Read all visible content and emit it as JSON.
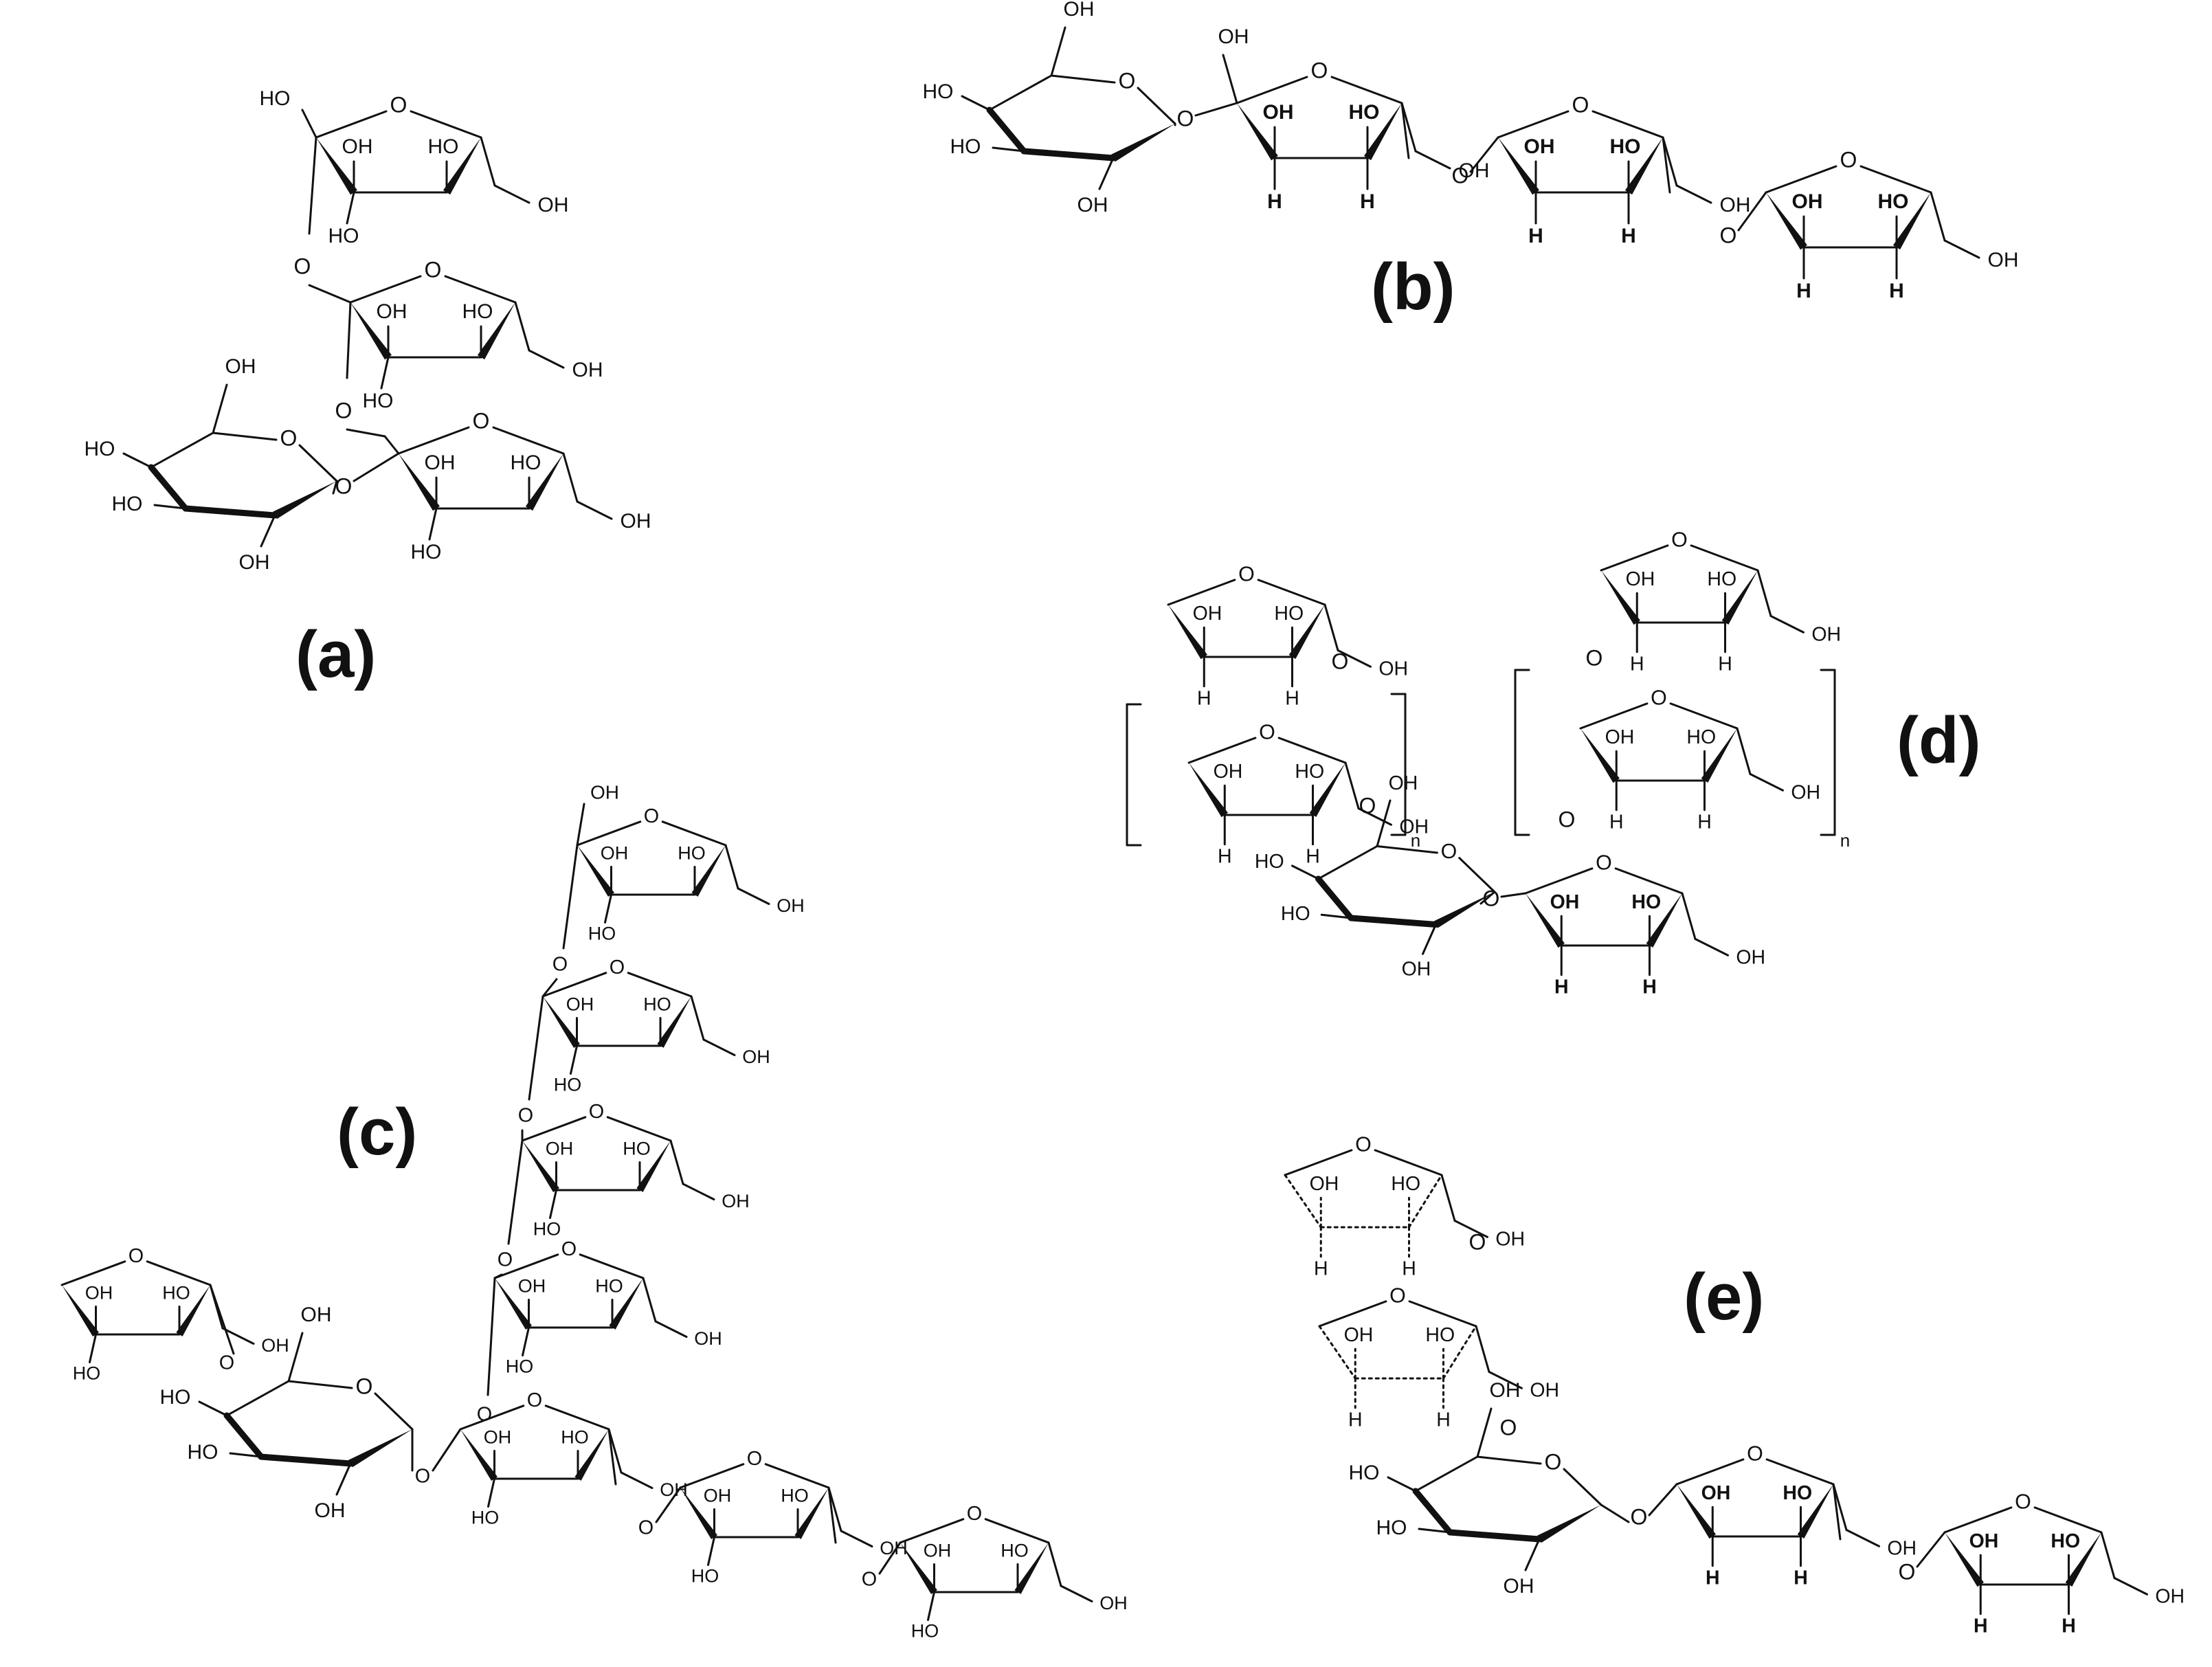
{
  "panels": {
    "a": {
      "label": "(a)"
    },
    "b": {
      "label": "(b)"
    },
    "c": {
      "label": "(c)"
    },
    "d": {
      "label": "(d)"
    },
    "e": {
      "label": "(e)"
    }
  },
  "atoms": {
    "oh": "OH",
    "ho": "HO",
    "o": "O",
    "h": "H",
    "n": "n"
  },
  "colors": {
    "ink": "#111111",
    "background": "#ffffff"
  }
}
